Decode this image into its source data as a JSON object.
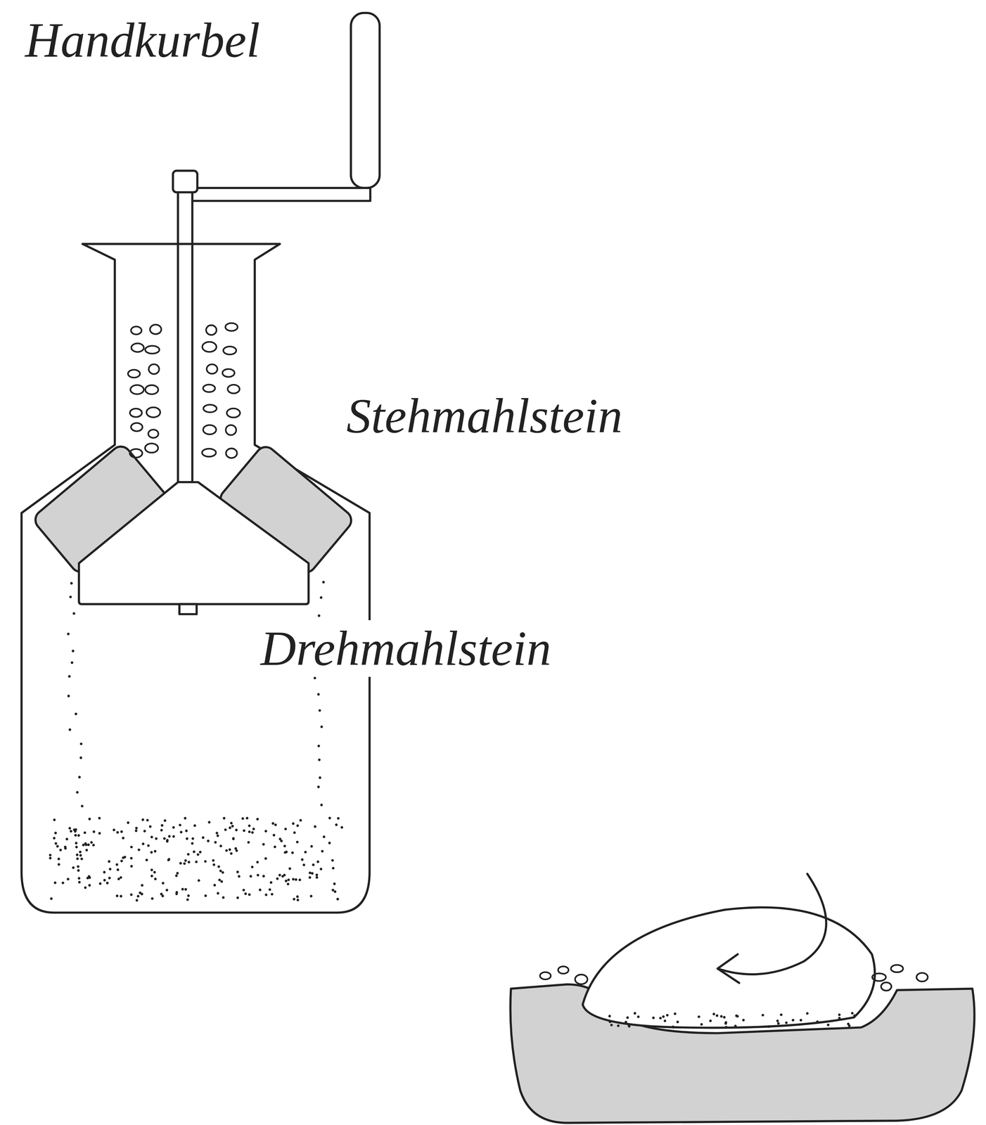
{
  "diagram": {
    "labels": [
      "Handkurbel",
      "Stehmahlstein",
      "Drehmahlstein"
    ]
  }
}
